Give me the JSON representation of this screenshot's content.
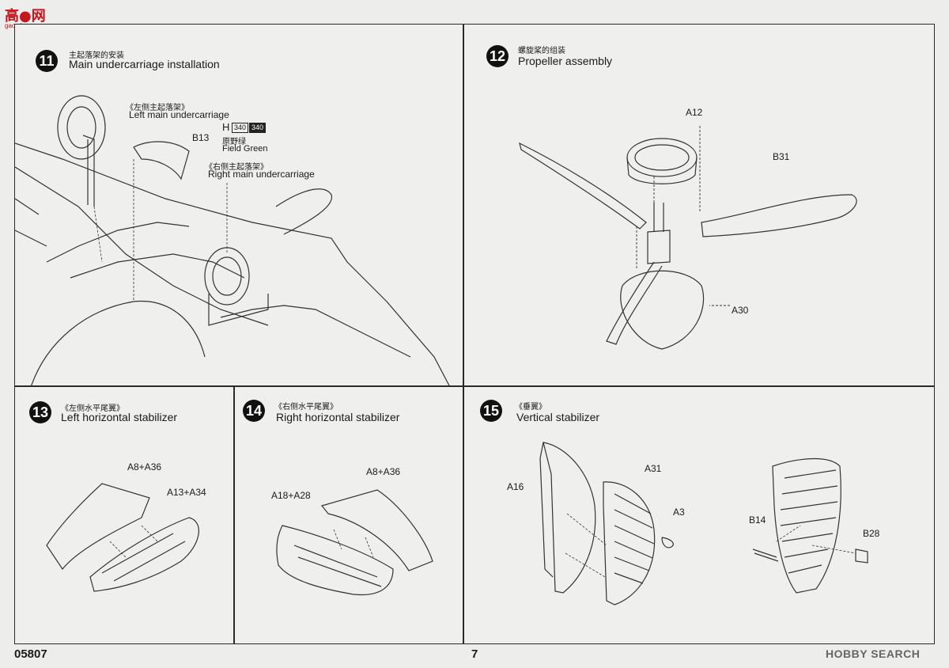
{
  "watermark_logo": {
    "name": "高●网",
    "url": "gao.shaw.com"
  },
  "footer": {
    "code": "05807",
    "page": "7",
    "source": "HOBBY SEARCH"
  },
  "steps": [
    {
      "number": "11",
      "title_cn": "主起落架的安装",
      "title_en": "Main undercarriage installation",
      "labels": {
        "left_cn": "《左侧主起落架》",
        "left_en": "Left main undercarriage",
        "b13": "B13",
        "paint_letter": "H",
        "paint_a": "340",
        "paint_b": "340",
        "paint_cn": "原野绿",
        "paint_en": "Field Green",
        "right_cn": "《右侧主起落架》",
        "right_en": "Right main undercarriage"
      }
    },
    {
      "number": "12",
      "title_cn": "螺旋桨的组装",
      "title_en": "Propeller assembly",
      "labels": {
        "a12": "A12",
        "b31": "B31",
        "a30": "A30"
      }
    },
    {
      "number": "13",
      "title_cn": "《左侧水平尾翼》",
      "title_en": "Left horizontal stabilizer",
      "labels": {
        "p1": "A8+A36",
        "p2": "A13+A34"
      }
    },
    {
      "number": "14",
      "title_cn": "《右侧水平尾翼》",
      "title_en": "Right horizontal stabilizer",
      "labels": {
        "p1": "A8+A36",
        "p2": "A18+A28"
      }
    },
    {
      "number": "15",
      "title_cn": "《垂翼》",
      "title_en": "Vertical stabilizer",
      "labels": {
        "a16": "A16",
        "a31": "A31",
        "a3": "A3",
        "b14": "B14",
        "b28": "B28"
      }
    }
  ]
}
